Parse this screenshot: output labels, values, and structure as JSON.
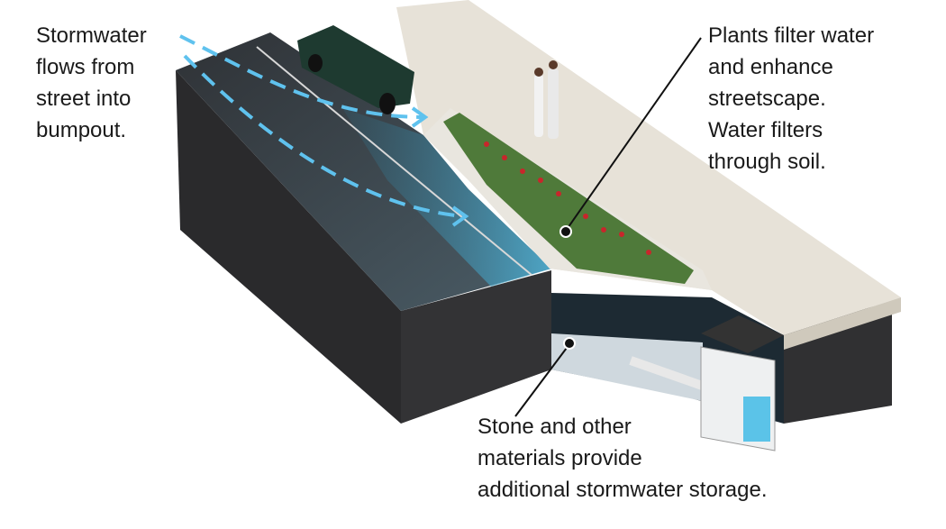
{
  "labels": {
    "stormwater": [
      "Stormwater",
      "flows from",
      "street into",
      "bumpout."
    ],
    "plants": [
      "Plants filter water",
      "and enhance",
      "streetscape.",
      "Water filters",
      "through soil."
    ],
    "stone": [
      "Stone and other",
      "materials provide",
      "additional stormwater storage."
    ]
  },
  "colors": {
    "asphalt": "#3a3d40",
    "soil": "#2b2b2d",
    "sidewalk": "#e6e1d6",
    "water": "#5bc3e8",
    "plants": "#4f7a3a",
    "flowers": "#c8262b",
    "stone": "#cfd8de"
  }
}
